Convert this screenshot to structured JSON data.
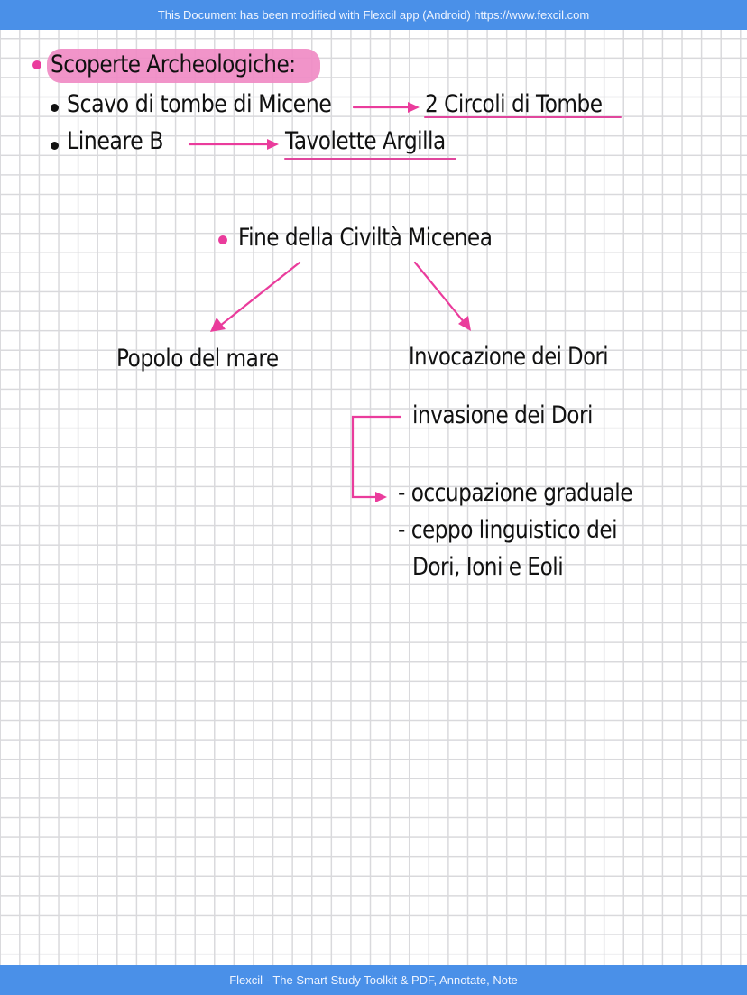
{
  "banner": {
    "top_text": "This Document has been modified with Flexcil app (Android) https://www.fexcil.com",
    "bottom_text": "Flexcil - The Smart Study Toolkit & PDF, Annotate, Note"
  },
  "colors": {
    "banner_blue": "#4a90e8",
    "accent_pink": "#ea3c9c",
    "highlight_pink": "#f08bc4",
    "grid_line": "#d9d9dc",
    "ink": "#111111"
  },
  "notes": {
    "section1": {
      "heading": "Scoperte Archeologiche:",
      "items": [
        {
          "text": "Scavo di tombe di Micene",
          "arrow_to": "2 Circoli di Tombe"
        },
        {
          "text": "Lineare B",
          "arrow_to": "Tavolette Argilla"
        }
      ]
    },
    "section2": {
      "heading": "Fine della Civiltà Micenea",
      "branches": [
        {
          "label": "Popolo del mare"
        },
        {
          "label": "Invocazione dei Dori"
        }
      ],
      "sub": {
        "source": "invasione dei Dori",
        "points": [
          "- occupazione graduale",
          "- ceppo linguistico dei",
          "Dori, Ioni e Eoli"
        ]
      }
    }
  }
}
